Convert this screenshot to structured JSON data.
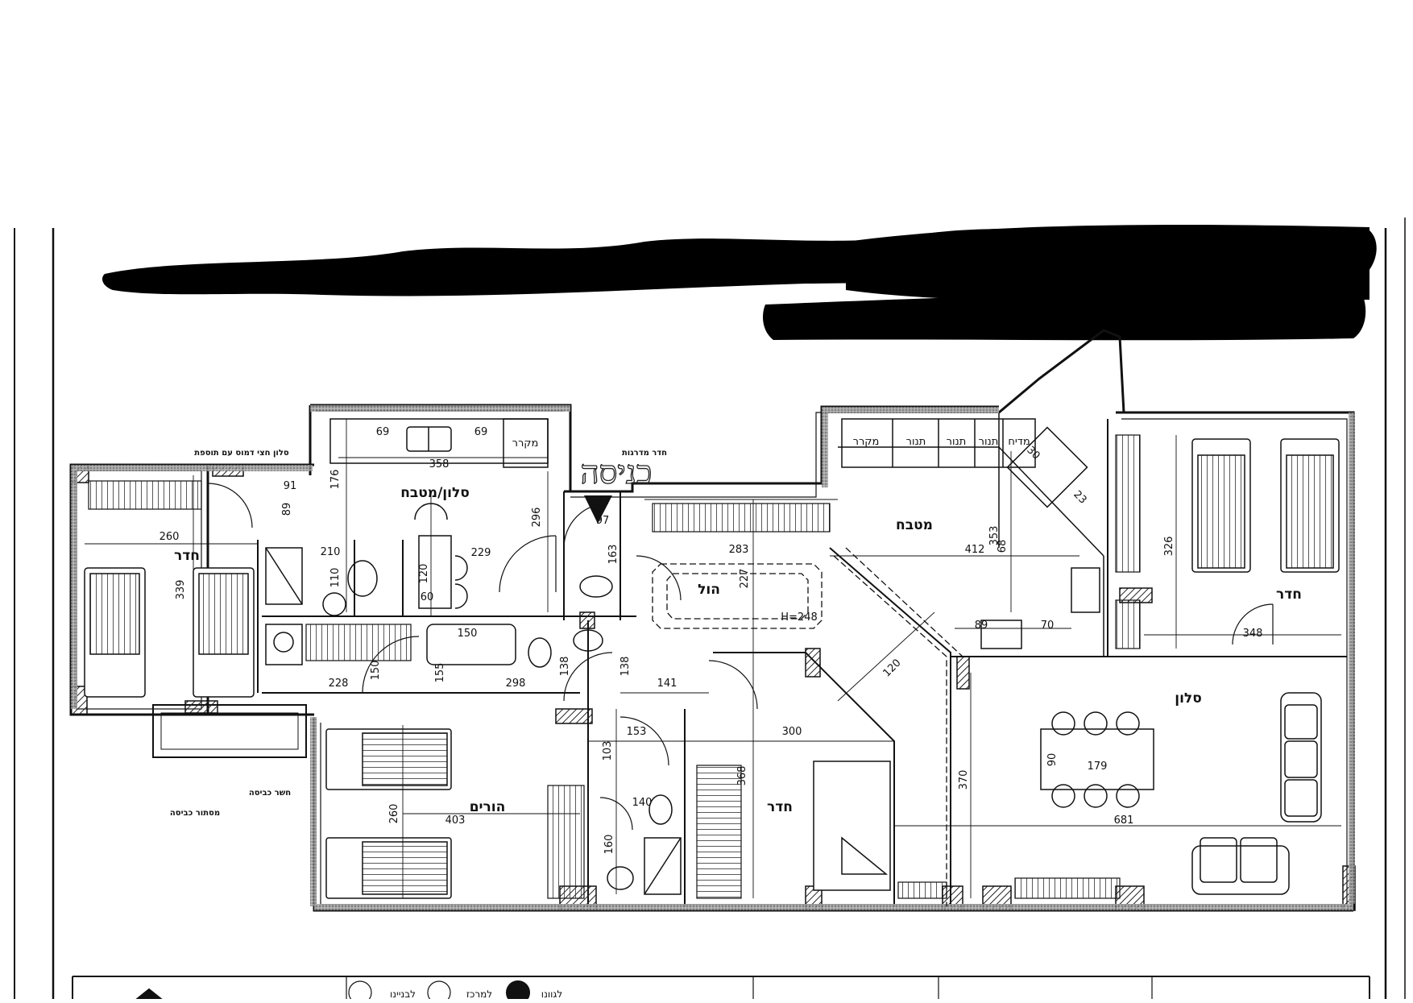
{
  "rooms": {
    "room_left": "חדר",
    "living_kitchen": "סלון/מטבח",
    "hall": "הול",
    "kitchen": "מטבח",
    "room_right": "חדר",
    "living": "סלון",
    "parents": "הורים",
    "room_center": "חדר"
  },
  "labels": {
    "entrance": "כניסה",
    "fridge": "מקרר",
    "kitchen_fridge": "מקרר",
    "oven_1": "תנור",
    "oven_2": "תנור",
    "oven_3": "תנור",
    "dishwasher": "מדיח",
    "hall_height": "H=248",
    "stair_note": "חדר מדרגות",
    "living_note": "סלון חצי דמוס עם תוספת",
    "laundry": "מסתור כביסה",
    "laundry_2": "חשר כביסה"
  },
  "dims": {
    "d69a": "69",
    "d69b": "69",
    "d358": "358",
    "d176": "176",
    "d91": "91",
    "d89a": "89",
    "d260a": "260",
    "d339": "339",
    "d210": "210",
    "d110": "110",
    "d120a": "120",
    "d60": "60",
    "d229": "229",
    "d296": "296",
    "d97": "97",
    "d163": "163",
    "d283": "283",
    "d227": "227",
    "d412": "412",
    "d353": "353",
    "d68": "68",
    "d89b": "89",
    "d70": "70",
    "d30": "30",
    "d23": "23",
    "d326": "326",
    "d348": "348",
    "d150a": "150",
    "d228": "228",
    "d150b": "150",
    "d155": "155",
    "d298": "298",
    "d138a": "138",
    "d138b": "138",
    "d141": "141",
    "d120b": "120",
    "d153": "153",
    "d300": "300",
    "d103": "103",
    "d140": "140",
    "d160": "160",
    "d260b": "260",
    "d403": "403",
    "d368": "368",
    "d370": "370",
    "d90": "90",
    "d179": "179",
    "d681": "681"
  },
  "legend": {
    "item1": "לבניינו",
    "item2": "למרכז",
    "item3": "לגוונו"
  }
}
